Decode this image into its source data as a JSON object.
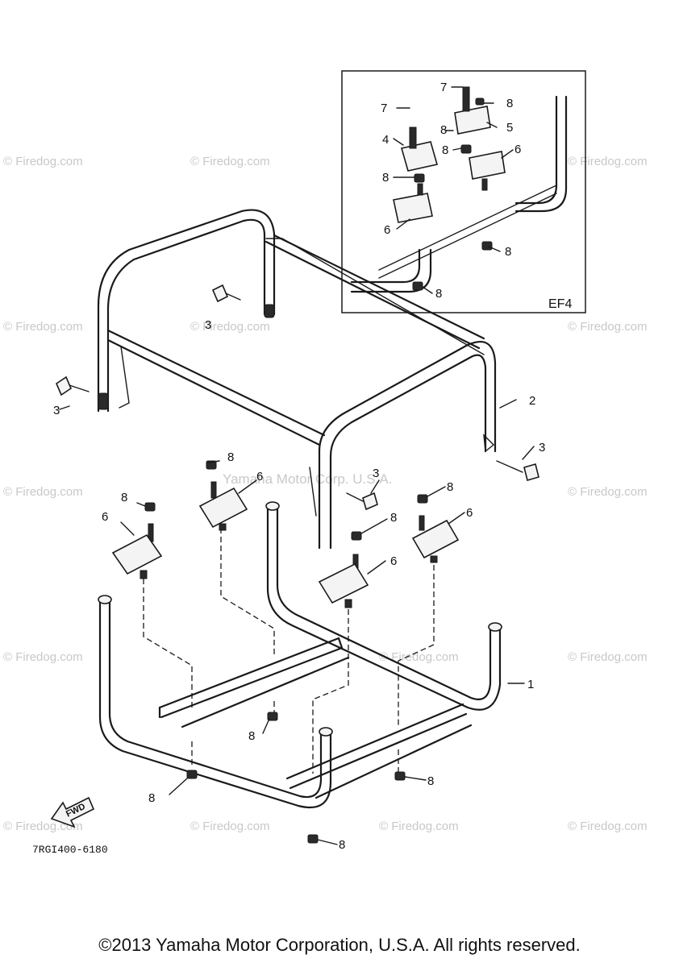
{
  "watermarks": {
    "firedog": "© Firedog.com",
    "yamaha": "Yamaha Motor Corp. U.S.A."
  },
  "callouts": {
    "n1": "1",
    "n2": "2",
    "n3": "3",
    "n4": "4",
    "n5": "5",
    "n6": "6",
    "n7": "7",
    "n8": "8"
  },
  "inset_label": "EF4",
  "fwd_label": "FWD",
  "diagram_code": "7RGI400-6180",
  "copyright": "©2013 Yamaha Motor Corporation, U.S.A. All rights reserved."
}
